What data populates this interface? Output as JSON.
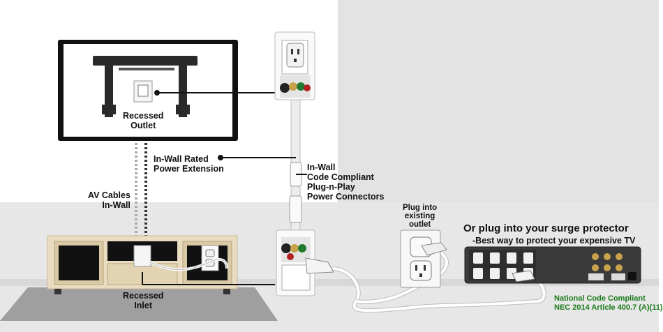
{
  "labels": {
    "recessed_outlet": "Recessed\nOutlet",
    "in_wall_rated": "In-Wall Rated\nPower Extension",
    "av_cables": "AV Cables\nIn-Wall",
    "in_wall_code": "In-Wall\nCode Compliant\nPlug-n-Play\nPower Connectors",
    "plug_existing": "Plug into\nexisting\noutlet",
    "surge_title": "Or plug into your surge protector",
    "surge_subtitle": "-Best way to protect your expensive TV",
    "recessed_inlet": "Recessed\nInlet",
    "compliance_line1": "National Code Compliant",
    "compliance_line2": "NEC 2014 Article 400.7 (A)(11)"
  },
  "colors": {
    "compliance_green": "#1a7a1a",
    "tv_frame": "#111111",
    "cable": "#f2f2f2",
    "surge_body": "#3a3a3a",
    "cabinet": "#e9dcc0"
  }
}
